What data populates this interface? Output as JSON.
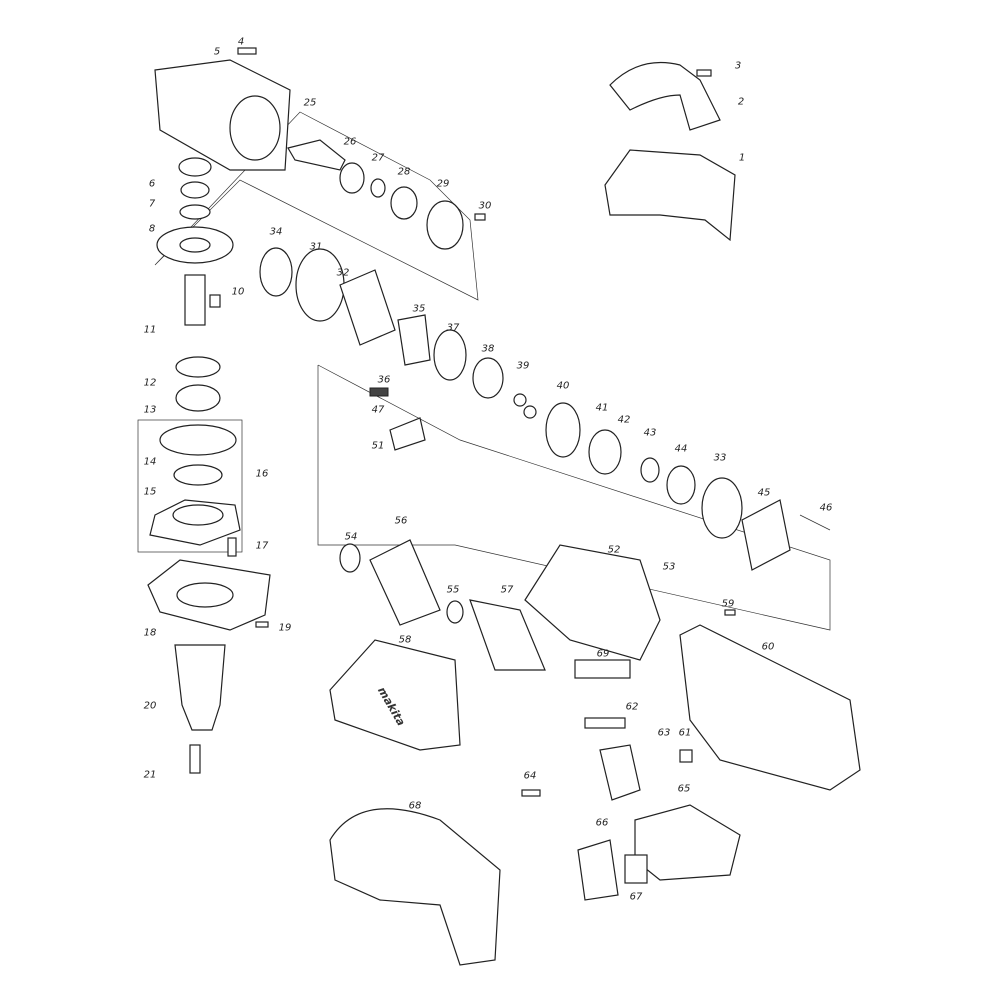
{
  "title": "Exploded parts diagram",
  "labels": [
    "1",
    "2",
    "3",
    "4",
    "5",
    "6",
    "7",
    "8",
    "10",
    "11",
    "12",
    "13",
    "14",
    "15",
    "16",
    "17",
    "18",
    "19",
    "20",
    "21",
    "25",
    "26",
    "27",
    "28",
    "29",
    "30",
    "31",
    "32",
    "33",
    "34",
    "35",
    "36",
    "37",
    "38",
    "39",
    "40",
    "41",
    "42",
    "43",
    "44",
    "45",
    "46",
    "47",
    "51",
    "52",
    "53",
    "54",
    "55",
    "56",
    "57",
    "58",
    "59",
    "60",
    "61",
    "62",
    "63",
    "64",
    "65",
    "66",
    "67",
    "68",
    "69"
  ],
  "logo_text": "makita"
}
